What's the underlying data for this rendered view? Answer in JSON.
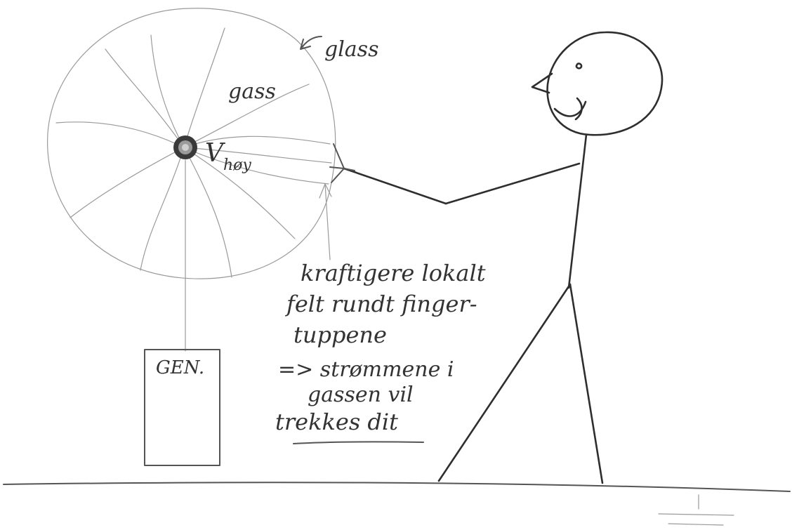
{
  "labels": {
    "glass": "glass",
    "gas": "gass",
    "electrode": "V",
    "electrode_sub": "høy",
    "generator": "GEN.",
    "note_line1": "kraftigere lokalt",
    "note_line2": "felt rundt finger-",
    "note_line3": "tuppene",
    "conclusion_line1": "=> strømmene i",
    "conclusion_line2": "gassen vil",
    "conclusion_line3": "trekkes dit"
  },
  "icons": {
    "ground": "ground-symbol-icon",
    "person": "stick-figure-icon",
    "sphere": "plasma-globe-icon"
  },
  "colors": {
    "ink": "#3a3a3a",
    "faint_ink": "#9a9a9a",
    "paper": "#ffffff"
  }
}
